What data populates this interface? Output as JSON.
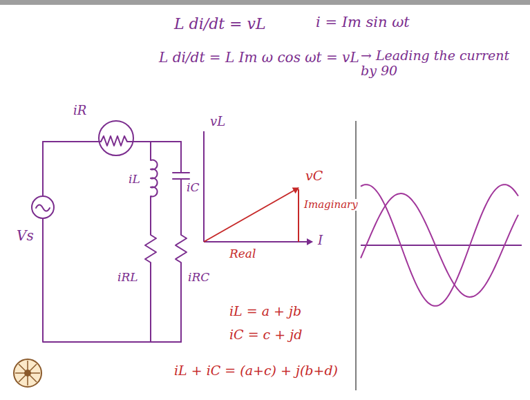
{
  "diagram": {
    "labels": [
      "L di/dt = vL",
      "i = Im sin ωt",
      "L di/dt = L Im ω cos ωt = vL",
      "→ Leading the current by 90",
      "iR",
      "Vs",
      "iL",
      "iC",
      "iRL",
      "iRC",
      "vL",
      "vC",
      "Imaginary",
      "Real",
      "I",
      "iL = a + jb",
      "iC = c + jd",
      "iL + iC = (a+c) + j(b+d)"
    ]
  }
}
